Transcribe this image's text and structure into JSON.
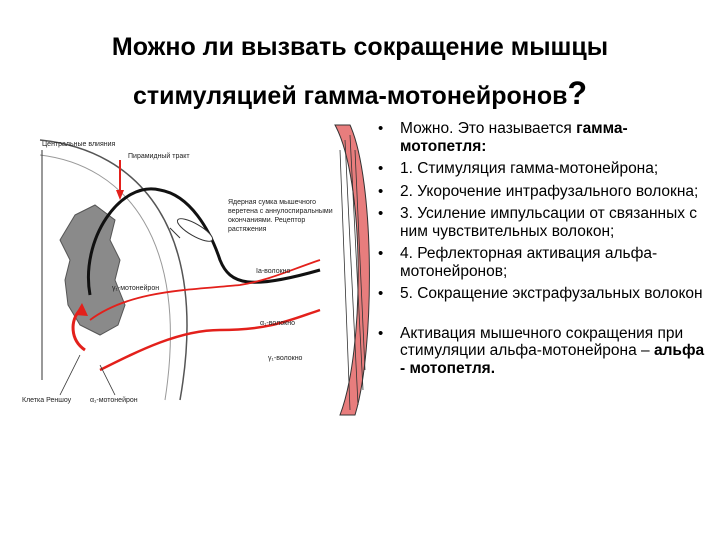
{
  "title": {
    "line1": "Можно ли вызвать сокращение мышцы",
    "line2": "стимуляцией гамма-мотонейронов",
    "question_mark": "?"
  },
  "diagram": {
    "labels": {
      "central": "Центральные влияния",
      "pyramidal": "Пирамидный тракт",
      "spindle1": "Ядерная сумка мышечного",
      "spindle2": "веретена с аннулоспиральными",
      "spindle3": "окончаниями. Рецептор",
      "spindle4": "растяжения",
      "ia": "Iа-волокно",
      "gamma_mn": "γ₁-мотонейрон",
      "alpha_fiber": "α₁-волокно",
      "gamma_fiber": "γ₁-волокно",
      "renshaw": "Клетка Реншоу",
      "alpha_mn": "α₁-мотонейрон"
    },
    "colors": {
      "red": "#e3201b",
      "black": "#111111",
      "gray": "#8a8a8a",
      "muscle": "#e87d7d"
    }
  },
  "bullets": {
    "b1_plain": "Можно. Это называется",
    "b1_bold": "гамма-мотопетля:",
    "b2": "1. Стимуляция гамма-мотонейрона;",
    "b3": "2. Укорочение интрафузального волокна;",
    "b4": "3. Усиление импульсации от связанных с ним чувствительных волокон;",
    "b5": "4. Рефлекторная активация альфа-мотонейронов;",
    "b6": "5. Сокращение экстрафузальных волокон",
    "b7_plain": "Активация мышечного сокращения при стимуляции альфа-мотонейрона –",
    "b7_bold": "альфа - мотопетля."
  }
}
